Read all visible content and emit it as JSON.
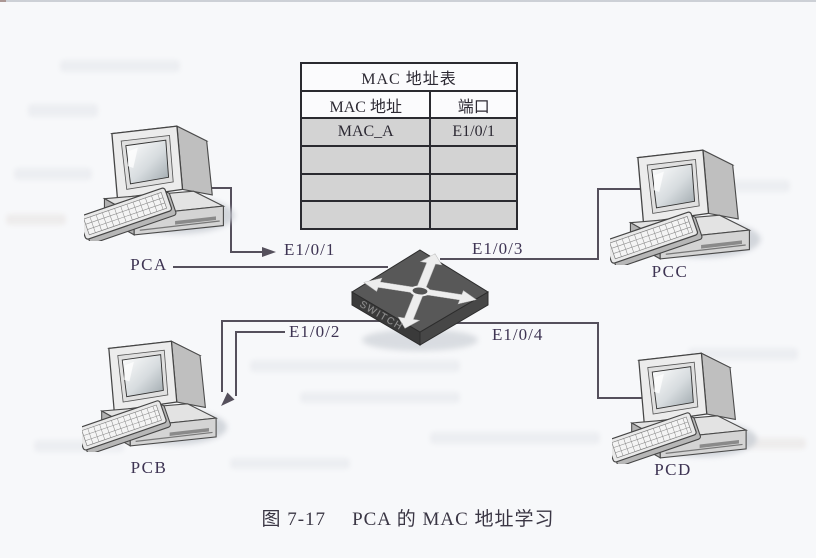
{
  "mac_table": {
    "title": "MAC 地址表",
    "headers": [
      "MAC 地址",
      "端口"
    ],
    "rows": [
      [
        "MAC_A",
        "E1/0/1"
      ],
      [
        "",
        ""
      ],
      [
        "",
        ""
      ],
      [
        "",
        ""
      ]
    ]
  },
  "switch_node": {
    "face_label": "SWITCH"
  },
  "nodes": {
    "pca": {
      "label": "PCA"
    },
    "pcb": {
      "label": "PCB"
    },
    "pcc": {
      "label": "PCC"
    },
    "pcd": {
      "label": "PCD"
    }
  },
  "ports": {
    "e101": {
      "label": "E1/0/1"
    },
    "e102": {
      "label": "E1/0/2"
    },
    "e103": {
      "label": "E1/0/3"
    },
    "e104": {
      "label": "E1/0/4"
    }
  },
  "caption": {
    "figure": "图 7-17",
    "title": "PCA 的 MAC 地址学习"
  },
  "colors": {
    "line_color": "#55505c",
    "label_text": "#3e3453",
    "table_text": "#2c2933",
    "table_row_bg": "#d3d3d3",
    "caption_text": "#3a3644",
    "page_bg": "#f7f8fa"
  }
}
